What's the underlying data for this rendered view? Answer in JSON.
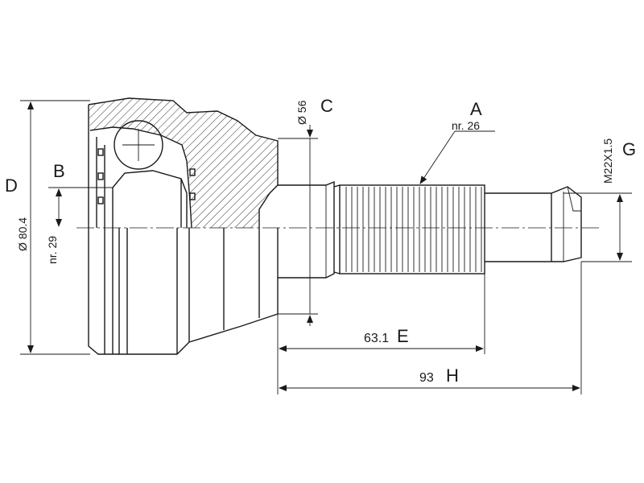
{
  "labels": {
    "a": "A",
    "a_sub": "nr. 26",
    "b": "B",
    "c": "C",
    "c_dim": "Ø 56",
    "d": "D",
    "d_dim": "Ø 80.4",
    "b_sub": "nr. 29",
    "e": "E",
    "e_dim": "63.1",
    "h": "H",
    "h_dim": "93",
    "g": "G",
    "g_dim": "M22X1.5"
  }
}
